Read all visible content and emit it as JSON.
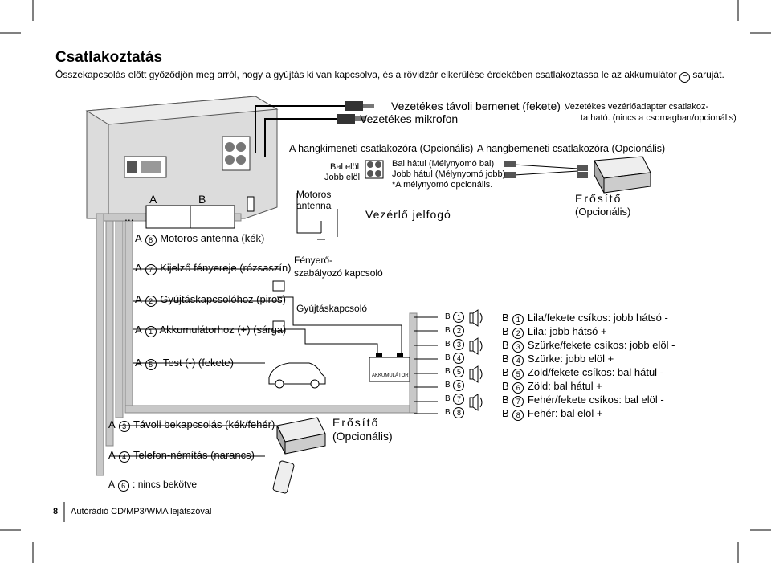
{
  "title": "Csatlakoztatás",
  "intro": "Összekapcsolás előtt győződjön meg arról, hogy a gyújtás ki van kapcsolva, és a rövidzár elkerülése érdekében csatlakoztassa le az akkumulátor",
  "intro_end": "saruját.",
  "top": {
    "remote_input": "Vezetékes távoli bemenet (fekete) :",
    "remote_adapter_line1": "Vezetékes vezérlőadapter csatlakoz-",
    "remote_adapter_line2": "tatható. (nincs a csomagban/opcionális)",
    "mic": "Vezetékes mikrofon"
  },
  "labels": {
    "audio_out": "A hangkimeneti csatlakozóra (Opcionális)",
    "audio_in": "A hangbemeneti csatlakozóra  (Opcionális)",
    "front_left": "Bal elöl",
    "front_right": "Jobb elöl",
    "rear_left": "Bal hátul (Mélynyomó bal)",
    "rear_right": "Jobb hátul (Mélynyomó jobb)",
    "subwoofer_note": "*A mélynyomó opcionális.",
    "amp_top_1": "Erősítő",
    "amp_top_2": "(Opcionális)",
    "motor_antenna": "Motoros",
    "motor_antenna_2": "antenna",
    "remote_control": "Vezérlő jelfogó",
    "conn_a": "A",
    "conn_b": "B",
    "dimmer_1": "Fényerő-",
    "dimmer_2": "szabályozó kapcsoló",
    "ignition_switch": "Gyújtáskapcsoló",
    "battery": "AKKUMULÁTOR",
    "amp_bottom_1": "Erősítő",
    "amp_bottom_2": "(Opcionális)"
  },
  "wires": [
    {
      "conn": "A",
      "num": "8",
      "label": "Motoros antenna (kék)"
    },
    {
      "conn": "A",
      "num": "7",
      "label": "Kijelző fényereje (rózsaszín)"
    },
    {
      "conn": "A",
      "num": "2",
      "label": "Gyújtáskapcsolóhoz (piros)"
    },
    {
      "conn": "A",
      "num": "1",
      "label": "Akkumulátorhoz (+) (sárga)"
    },
    {
      "conn": "A",
      "num": "5",
      "label": "Test (-) (fekete)"
    },
    {
      "conn": "A",
      "num": "3",
      "label": "Távoli bekapcsolás (kék/fehér)"
    },
    {
      "conn": "A",
      "num": "4",
      "label": "Telefon-némítás (narancs)"
    },
    {
      "conn": "A",
      "num": "6",
      "label": ": nincs bekötve"
    }
  ],
  "speakers": [
    "1",
    "2",
    "3",
    "4",
    "5",
    "6",
    "7",
    "8"
  ],
  "legend": [
    {
      "conn": "B",
      "num": "1",
      "label": "Lila/fekete csíkos: jobb hátsó -"
    },
    {
      "conn": "B",
      "num": "2",
      "label": "Lila: jobb hátsó +"
    },
    {
      "conn": "B",
      "num": "3",
      "label": "Szürke/fekete csíkos: jobb elöl -"
    },
    {
      "conn": "B",
      "num": "4",
      "label": "Szürke: jobb elöl +"
    },
    {
      "conn": "B",
      "num": "5",
      "label": "Zöld/fekete csíkos: bal hátul -"
    },
    {
      "conn": "B",
      "num": "6",
      "label": "Zöld: bal hátul +"
    },
    {
      "conn": "B",
      "num": "7",
      "label": "Fehér/fekete csíkos: bal elöl -"
    },
    {
      "conn": "B",
      "num": "8",
      "label": "Fehér: bal elöl +"
    }
  ],
  "footer": {
    "page": "8",
    "text": "Autórádió CD/MP3/WMA lejátszóval"
  },
  "colors": {
    "wire_bundle": "#c8c8c8",
    "unit_body": "#dcdcdc",
    "unit_top": "#ebebeb"
  }
}
